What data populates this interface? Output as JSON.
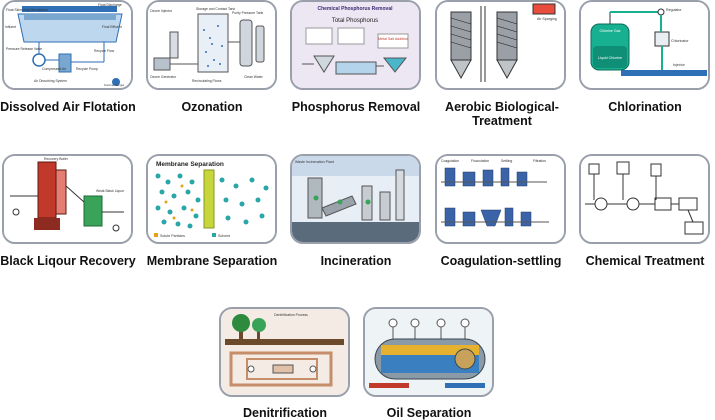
{
  "processes": [
    {
      "id": "daf",
      "label": "Dissolved Air Flotation",
      "diagram_texts": [
        "Float Skimming Mechanism",
        "Float Discharge",
        "Influent",
        "Final Effluent",
        "Air Dissolving System",
        "Compressed Air",
        "Recycle Pump",
        "Recycle Flow",
        "Pressure Release Valve",
        "Kuntner Sergia"
      ]
    },
    {
      "id": "ozonation",
      "label": "Ozonation",
      "diagram_texts": [
        "Ozone Injector",
        "Storage and Contact Tank",
        "Purity Pressure Tank",
        "Ozone Generator",
        "Recirculating Flows",
        "Clean Water"
      ]
    },
    {
      "id": "phosphorus",
      "label": "Phosphorus Removal",
      "diagram_texts": [
        "Chemical Phosphorus Removal",
        "Total Phosphorus",
        "Metal Salt Addition"
      ]
    },
    {
      "id": "aerobic",
      "label": "Aerobic Biological-Treatment",
      "diagram_texts": [
        "Air Sparging"
      ]
    },
    {
      "id": "chlorination",
      "label": "Chlorination",
      "diagram_texts": [
        "Chlorine Gas",
        "Regulator",
        "Chlorinator",
        "Injector",
        "Liquid Chlorine"
      ]
    },
    {
      "id": "blackliquor",
      "label": "Black Liqour Recovery",
      "diagram_texts": [
        "Recovery Boiler",
        "Weak Black Liquor"
      ]
    },
    {
      "id": "membrane",
      "label": "Membrane Separation",
      "diagram_texts": [
        "Membrane Separation",
        "Solute Particles",
        "Solvent"
      ]
    },
    {
      "id": "incineration",
      "label": "Incineration",
      "diagram_texts": [
        "Waste Incineration Plant"
      ]
    },
    {
      "id": "coagulation",
      "label": "Coagulation-settling",
      "diagram_texts": [
        "Coagulation",
        "Flocculation",
        "Settling",
        "Filtration"
      ]
    },
    {
      "id": "chemical",
      "label": "Chemical Treatment",
      "diagram_texts": []
    },
    {
      "id": "denitrification",
      "label": "Denitrification",
      "diagram_texts": [
        "Denitrification Process"
      ]
    },
    {
      "id": "oilsep",
      "label": "Oil Separation",
      "diagram_texts": []
    }
  ],
  "colors": {
    "tile_border": "#9aa0ab",
    "label": "#111111",
    "accent_blue": "#2f6fb5",
    "accent_green": "#3aa35a",
    "accent_red": "#c0392b"
  }
}
